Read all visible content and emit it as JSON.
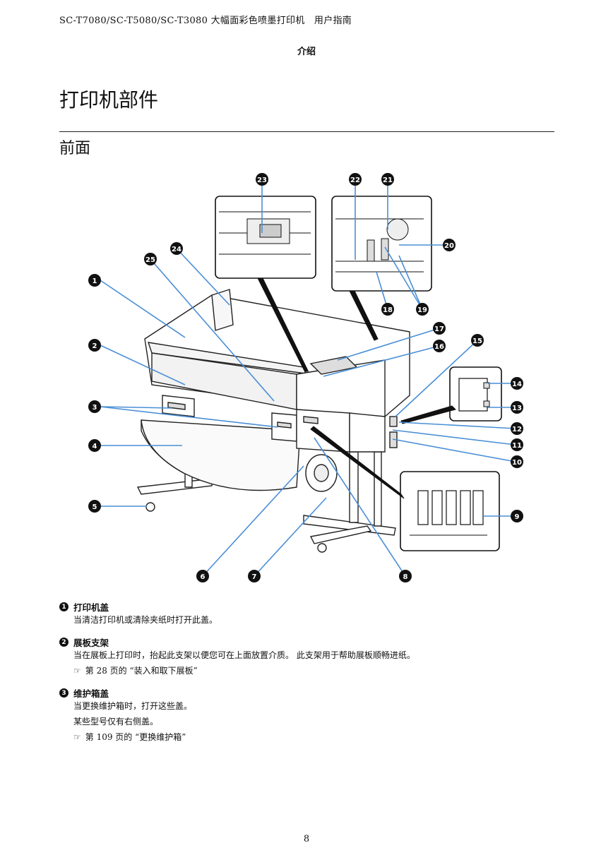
{
  "header": {
    "running_head": "SC-T7080/SC-T5080/SC-T3080 大幅面彩色喷墨打印机　用户指南",
    "section": "介绍"
  },
  "page_title": "打印机部件",
  "subsection_title": "前面",
  "diagram": {
    "callouts": [
      "1",
      "2",
      "3",
      "4",
      "5",
      "6",
      "7",
      "8",
      "9",
      "10",
      "11",
      "12",
      "13",
      "14",
      "15",
      "16",
      "17",
      "18",
      "19",
      "20",
      "21",
      "22",
      "23",
      "24",
      "25"
    ]
  },
  "items": [
    {
      "number": "1",
      "title": "打印机盖",
      "paragraphs": [
        "当清洁打印机或清除夹纸时打开此盖。"
      ],
      "xref": null
    },
    {
      "number": "2",
      "title": "展板支架",
      "paragraphs": [
        "当在展板上打印时，抬起此支架以便您可在上面放置介质。 此支架用于帮助展板顺畅进纸。"
      ],
      "xref": "第 28 页的 “装入和取下展板”"
    },
    {
      "number": "3",
      "title": "维护箱盖",
      "paragraphs": [
        "当更换维护箱时，打开这些盖。",
        "某些型号仅有右侧盖。"
      ],
      "xref": "第 109 页的 “更换维护箱”"
    }
  ],
  "footer": {
    "page_number": "8"
  }
}
